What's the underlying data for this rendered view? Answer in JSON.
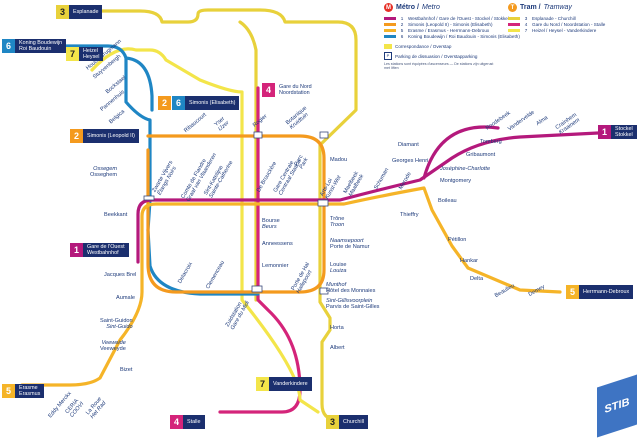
{
  "legend": {
    "metro_title": "Métro / ",
    "metro_title_alt": "Metro",
    "metro_badge": "M",
    "tram_title": "Tram / ",
    "tram_title_alt": "Tramway",
    "tram_badge": "T",
    "metro_lines": [
      {
        "num": "1",
        "text": "Westbahnhof / Gare de l'Ouest - Stockel / Stokkel",
        "color": "#b4197c"
      },
      {
        "num": "2",
        "text": "Simonis (Leopold II) - Simonis (Elisabeth)",
        "color": "#f49a1e"
      },
      {
        "num": "5",
        "text": "Erasme / Erasmus - Herrmann-Debroux",
        "color": "#f5b428"
      },
      {
        "num": "6",
        "text": "Koning Boudewijn / Roi Baudouin - Simonis (Elisabeth)",
        "color": "#1f86c4"
      }
    ],
    "tram_lines": [
      {
        "num": "3",
        "text": "Esplanade - Churchill",
        "color": "#e8d13b"
      },
      {
        "num": "4",
        "text": "Gare du Nord / Noordstation - Stalle",
        "color": "#d4247a"
      },
      {
        "num": "7",
        "text": "Heizel / Heysel - Vanderkindere",
        "color": "#f3e54a"
      }
    ],
    "symbols": [
      "Correspondance / Overstap",
      "Parking de dissuasion / Overstapparking"
    ],
    "footnote": "Les stations sont équipées d'ascenseurs — De stations zijn uitgerust met liften",
    "brand": "STIB"
  },
  "terminals": [
    {
      "id": "esplanade",
      "num": "3",
      "name": "Esplanade",
      "color": "#e8d13b"
    },
    {
      "id": "roi-baudouin",
      "num": "6",
      "name": "Koning Boudewijn\nRoi Baudouin",
      "color": "#1f86c4"
    },
    {
      "id": "heysel",
      "num": "7",
      "name": "Heizel\nHeysel",
      "color": "#f3e54a"
    },
    {
      "id": "simonis-elisabeth",
      "num": "2",
      "num2": "6",
      "name": "Simonis (Elisabeth)",
      "color": "#f49a1e"
    },
    {
      "id": "gare-du-nord",
      "num": "4",
      "name": "Gare du Nord\nNoordstation",
      "color": "#d4247a"
    },
    {
      "id": "simonis-leopold",
      "num": "2",
      "name": "Simonis (Leopold II)",
      "color": "#f49a1e"
    },
    {
      "id": "stockel",
      "num": "1",
      "name": "Stockel\nStokkel",
      "color": "#b4197c"
    },
    {
      "id": "gare-ouest",
      "num": "1",
      "name": "Gare de l'Ouest\nWestbahnhof",
      "color": "#b4197c"
    },
    {
      "id": "herrmann-debroux",
      "num": "5",
      "name": "Herrmann-Debroux",
      "color": "#f5b428"
    },
    {
      "id": "erasme",
      "num": "5",
      "name": "Erasme\nErasmus",
      "color": "#f5b428"
    },
    {
      "id": "vanderkindere",
      "num": "7",
      "name": "Vanderkindere",
      "color": "#f3e54a"
    },
    {
      "id": "stalle",
      "num": "4",
      "name": "Stalle",
      "color": "#d4247a"
    },
    {
      "id": "churchill",
      "num": "3",
      "name": "Churchill",
      "color": "#e8d13b"
    }
  ],
  "stations": {
    "stuyvenbergh": "Stuyvenbergh",
    "houba": "Houba-Brugmann",
    "bockstael": "Bockstael",
    "pannenhuis": "Pannenhuis",
    "belgica": "Belgica",
    "ribaucourt": "Ribaucourt",
    "yser": "Yser",
    "ijzer": "IJzer",
    "rogier": "Rogier",
    "botanique": "Botanique",
    "kruidtuin": "Kruidtuin",
    "madou": "Madou",
    "ossegem": "Ossegem",
    "ossegem_alt": "Osseghem",
    "etangs": "Zwarte Vijvers",
    "etangs_alt": "Étangs Noirs",
    "comte": "Comte de Flandre",
    "comte_alt": "Graaf van Vlaanderen",
    "stecat": "Sint-Katelijne",
    "stecat_alt": "Sainte-Catherine",
    "debrouckere": "De Brouckère",
    "gare_centrale": "Gare Centrale",
    "gare_centrale_alt": "Centraal Station",
    "parc": "Parc",
    "parc_alt": "Park",
    "arts_loi": "Arts-Loi",
    "arts_loi_alt": "Kunst-Wet",
    "maelbeek": "Maelbeek",
    "maelbeek_alt": "Maalbeek",
    "schuman": "Schuman",
    "merode": "Merode",
    "diamant": "Diamant",
    "georges_henri": "Georges Henri",
    "beekkant": "Beekkant",
    "bourse": "Bourse",
    "bourse_alt": "Beurs",
    "anneessens": "Anneessens",
    "lemonnier": "Lemonnier",
    "porte_hal": "Porte de Hal",
    "porte_hal_alt": "Hallepoort",
    "trone": "Trône",
    "trone_alt": "Troon",
    "naamse": "Naamsepoort",
    "naamse_alt": "Porte de Namur",
    "louise": "Louise",
    "louise_alt": "Louiza",
    "munthof": "Munthof",
    "munthof_alt": "Hôtel des Monnaies",
    "stgilles": "Sint-Gillisvoorplein",
    "stgilles_alt": "Parvis de Saint-Gilles",
    "delacroix": "Delacroix",
    "clemenceau": "Clemenceau",
    "midi": "Zuidstation",
    "midi_alt": "Gare du Midi",
    "jacques_brel": "Jacques Brel",
    "aumale": "Aumale",
    "saint_guidon": "Saint-Guidon",
    "saint_guidon_alt": "Sint-Guido",
    "veeweide": "Veeweide",
    "veeweide_alt": "Veeweyde",
    "bizet": "Bizet",
    "horta": "Horta",
    "albert": "Albert",
    "eddy_merckx": "Eddy Merckx",
    "ceria": "CERIA",
    "ceria_alt": "COOVI",
    "la_roue": "La Roue",
    "la_roue_alt": "Het Rad",
    "montgomery": "Montgomery",
    "joseph_charlotte": "Joséphine-Charlotte",
    "gribaumont": "Gribaumont",
    "tomberg": "Tomberg",
    "roodebeek": "Roodebeek",
    "vandervelde": "Vandervelde",
    "alma": "Alma",
    "crainhem": "Crainhem",
    "crainhem_alt": "Kraainem",
    "boileau": "Boileau",
    "thieffry": "Thieffry",
    "petillon": "Pétillon",
    "hankar": "Hankar",
    "delta": "Delta",
    "beaulieu": "Beaulieu",
    "demey": "Demey"
  }
}
